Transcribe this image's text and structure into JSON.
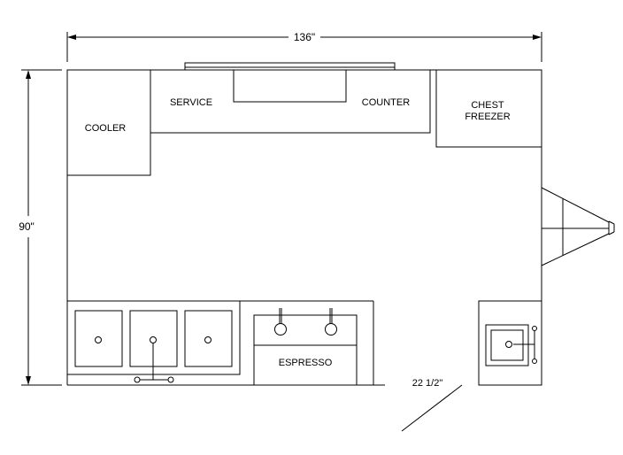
{
  "dimensions": {
    "width_label": "136\"",
    "height_label": "90\"",
    "door_label": "22 1/2\""
  },
  "labels": {
    "cooler": "COOLER",
    "service": "SERVICE",
    "counter": "COUNTER",
    "chest_line1": "CHEST",
    "chest_line2": "FREEZER",
    "espresso": "ESPRESSO"
  },
  "colors": {
    "line": "#000000",
    "background": "#ffffff"
  }
}
